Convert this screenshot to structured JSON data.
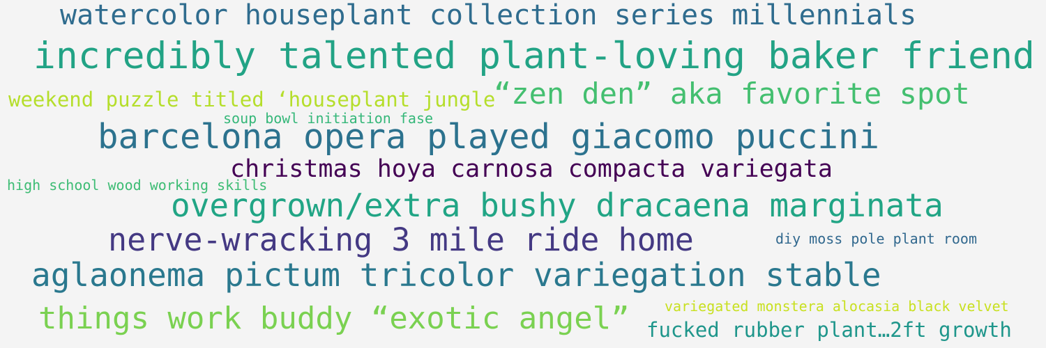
{
  "word_cloud": {
    "background": "#f4f4f4",
    "words": [
      {
        "text": "watercolor houseplant collection series millennials",
        "color": "#2f6c8e"
      },
      {
        "text": "incredibly talented plant-loving baker friend",
        "color": "#22a385"
      },
      {
        "text": "“zen den” aka favorite spot",
        "color": "#44bf70"
      },
      {
        "text": "weekend puzzle titled ‘houseplant jungle",
        "color": "#b5de2b"
      },
      {
        "text": "soup bowl initiation fase",
        "color": "#35b779"
      },
      {
        "text": "barcelona opera played giacomo puccini",
        "color": "#2c728e"
      },
      {
        "text": "christmas hoya carnosa compacta variegata",
        "color": "#440154"
      },
      {
        "text": "high school wood working skills",
        "color": "#3dbc74"
      },
      {
        "text": "overgrown/extra bushy dracaena marginata",
        "color": "#21a585"
      },
      {
        "text": "nerve-wracking 3 mile ride home",
        "color": "#443983"
      },
      {
        "text": "diy moss pole plant room",
        "color": "#31688e"
      },
      {
        "text": "aglaonema pictum tricolor variegation stable",
        "color": "#2a788e"
      },
      {
        "text": "things work buddy “exotic angel”",
        "color": "#7ad151"
      },
      {
        "text": "variegated monstera alocasia black velvet",
        "color": "#c8e020"
      },
      {
        "text": "fucked rubber plant…2ft growth",
        "color": "#1f968b"
      }
    ]
  }
}
